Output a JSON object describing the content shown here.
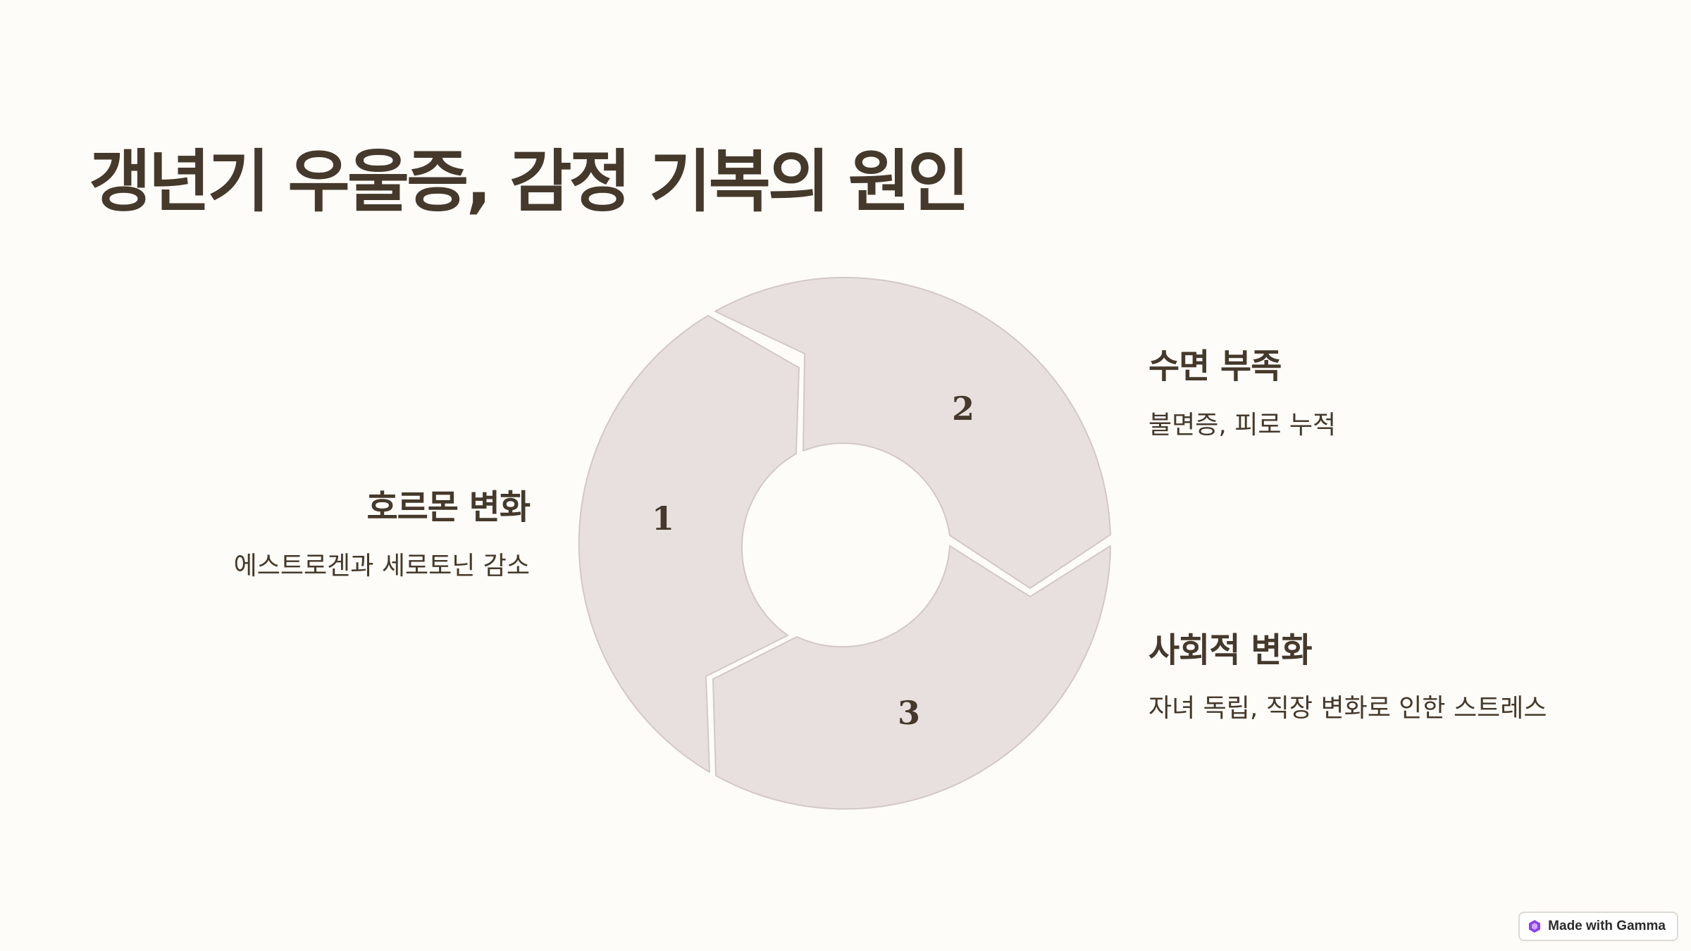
{
  "colors": {
    "background": "#fefcf9",
    "text": "#45392b",
    "segment_fill": "#e8e0de",
    "segment_stroke": "#d2c8c5",
    "badge_logo": "#8f3ff1"
  },
  "slide": {
    "title": "갱년기 우울증, 감정 기복의 원인"
  },
  "items": [
    {
      "number": "1",
      "title": "호르몬 변화",
      "description": "에스트로겐과 세로토닌 감소"
    },
    {
      "number": "2",
      "title": "수면 부족",
      "description": "불면증, 피로 누적"
    },
    {
      "number": "3",
      "title": "사회적 변화",
      "description": "자녀 독립, 직장 변화로 인한 스트레스"
    }
  ],
  "badge": {
    "label": "Made with Gamma",
    "icon": "gamma-logo-icon"
  }
}
